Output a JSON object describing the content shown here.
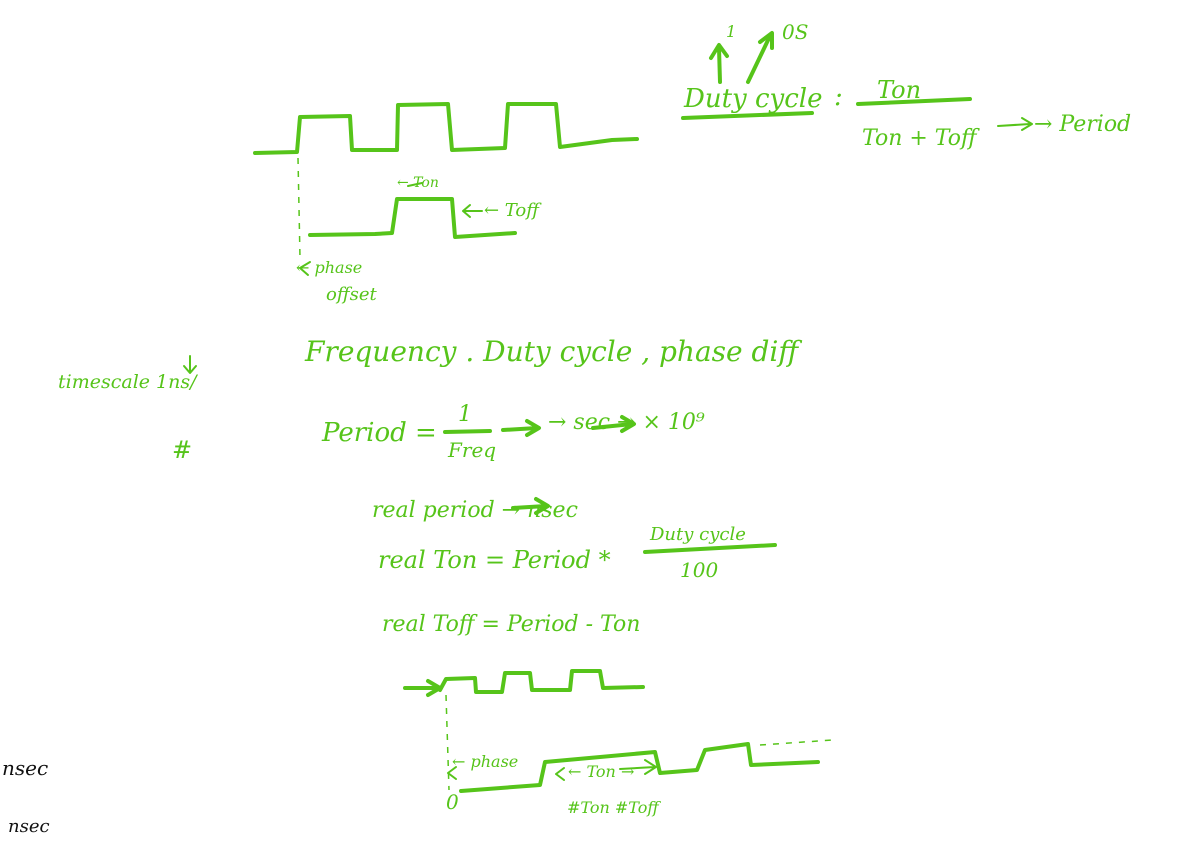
{
  "colors": {
    "ink": "#56c41a",
    "dark_ink": "#111111",
    "background": "#ffffff"
  },
  "notes": {
    "top_os": "0S",
    "top_one": "1",
    "duty_cycle": "Duty cycle",
    "colon": ":",
    "ton_numerator": "Ton",
    "ton_plus_toff": "Ton + Toff",
    "arrow_period": "→ Period",
    "ton_small": "← Ton",
    "toff_small": "← Toff",
    "phase": "← phase",
    "offset": "offset",
    "timescale": "timescale 1ns/",
    "hash": "#",
    "freq_line": "Frequency . Duty cycle , phase diff",
    "period_label": "Period =",
    "one": "1",
    "freq_den": "Freq",
    "sec_arrow": "→ sec → × 10⁹",
    "real_period": "real period → nsec",
    "real_ton": "real Ton = Period *",
    "duty_cycle_num": "Duty cycle",
    "hundred": "100",
    "real_toff": "real Toff = Period - Ton",
    "phase_bottom": "← phase",
    "ton_bottom": "← Ton →",
    "zero": "0",
    "hash_ton_toff": "#Ton #Toff",
    "nsec_1": "nsec",
    "nsec_2": "nsec"
  }
}
